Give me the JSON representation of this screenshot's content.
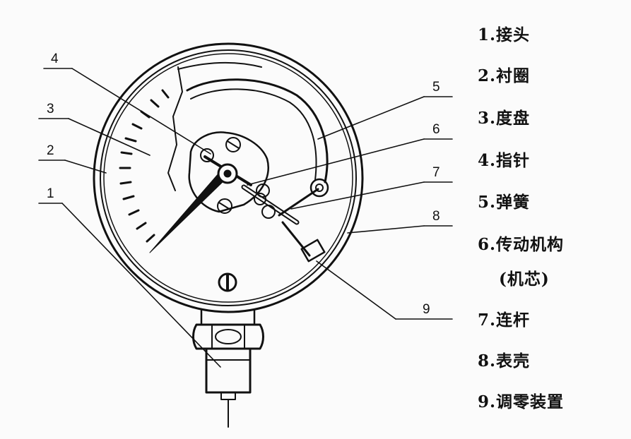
{
  "callouts": [
    "1",
    "2",
    "3",
    "4",
    "5",
    "6",
    "7",
    "8",
    "9"
  ],
  "legend": [
    "1.接头",
    "2.衬圈",
    "3.度盘",
    "4.指针",
    "5.弹簧",
    "6.传动机构",
    "(机芯)",
    "7.连杆",
    "8.表壳",
    "9.调零装置"
  ]
}
